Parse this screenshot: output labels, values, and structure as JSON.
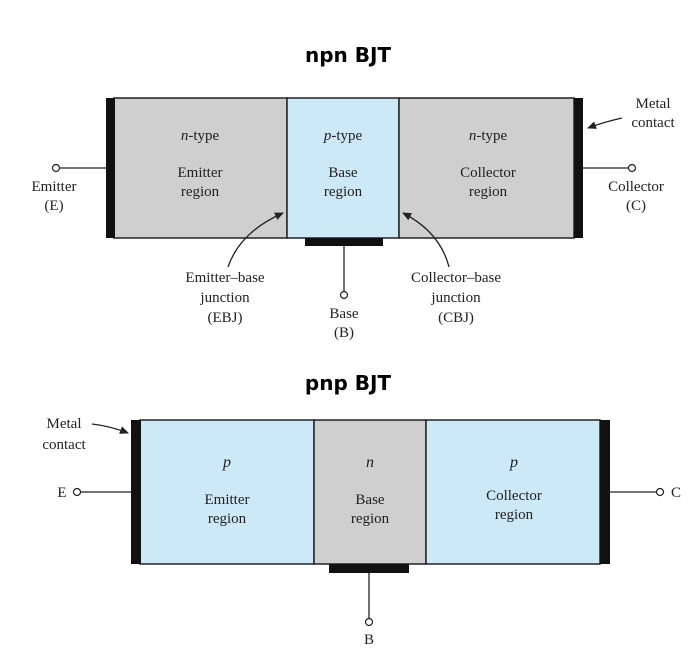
{
  "colors": {
    "n_region": "#cfcfcf",
    "p_region": "#cde9f7",
    "contact": "#111111",
    "outline": "#222222"
  },
  "npn": {
    "title": "npn BJT",
    "emitter": {
      "type_var": "n",
      "type_suffix": "-type",
      "line1": "Emitter",
      "line2": "region"
    },
    "base": {
      "type_var": "p",
      "type_suffix": "-type",
      "line1": "Base",
      "line2": "region"
    },
    "collector": {
      "type_var": "n",
      "type_suffix": "-type",
      "line1": "Collector",
      "line2": "region"
    },
    "metal_contact": {
      "line1": "Metal",
      "line2": "contact"
    },
    "emitter_terminal": {
      "line1": "Emitter",
      "line2": "(E)"
    },
    "collector_terminal": {
      "line1": "Collector",
      "line2": "(C)"
    },
    "base_terminal": {
      "line1": "Base",
      "line2": "(B)"
    },
    "ebj": {
      "line1": "Emitter–base",
      "line2": "junction",
      "line3": "(EBJ)"
    },
    "cbj": {
      "line1": "Collector–base",
      "line2": "junction",
      "line3": "(CBJ)"
    }
  },
  "pnp": {
    "title": "pnp BJT",
    "emitter": {
      "type_var": "p",
      "line1": "Emitter",
      "line2": "region"
    },
    "base": {
      "type_var": "n",
      "line1": "Base",
      "line2": "region"
    },
    "collector": {
      "type_var": "p",
      "line1": "Collector",
      "line2": "region"
    },
    "metal_contact": {
      "line1": "Metal",
      "line2": "contact"
    },
    "emitter_terminal": "E",
    "collector_terminal": "C",
    "base_terminal": "B"
  }
}
